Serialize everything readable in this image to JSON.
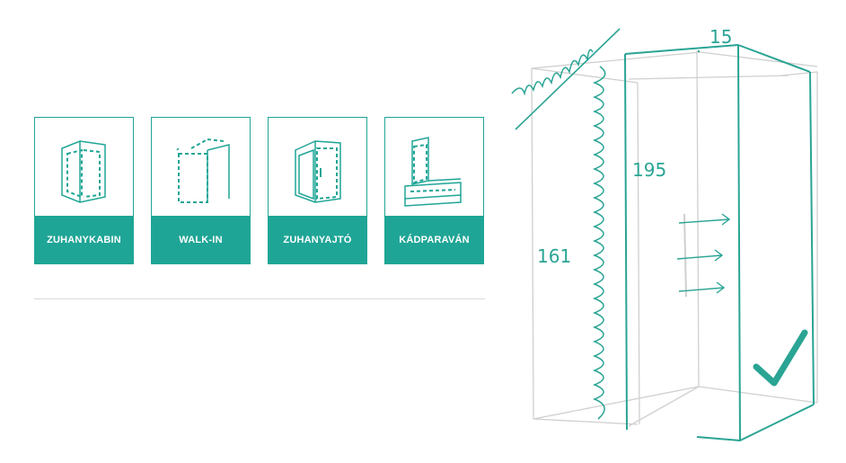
{
  "categories": [
    {
      "label": "ZUHANYKABIN",
      "icon": "shower-cabin-icon"
    },
    {
      "label": "WALK-IN",
      "icon": "walk-in-icon"
    },
    {
      "label": "ZUHANYAJTÓ",
      "icon": "shower-door-icon"
    },
    {
      "label": "KÁDPARAVÁN",
      "icon": "bath-screen-icon"
    }
  ],
  "measurements": {
    "depth": "15",
    "height": "195",
    "width": "161"
  },
  "colors": {
    "accent": "#1fa596",
    "sketch_line": "#c8c8c8",
    "sketch_accent": "#2aa494"
  }
}
